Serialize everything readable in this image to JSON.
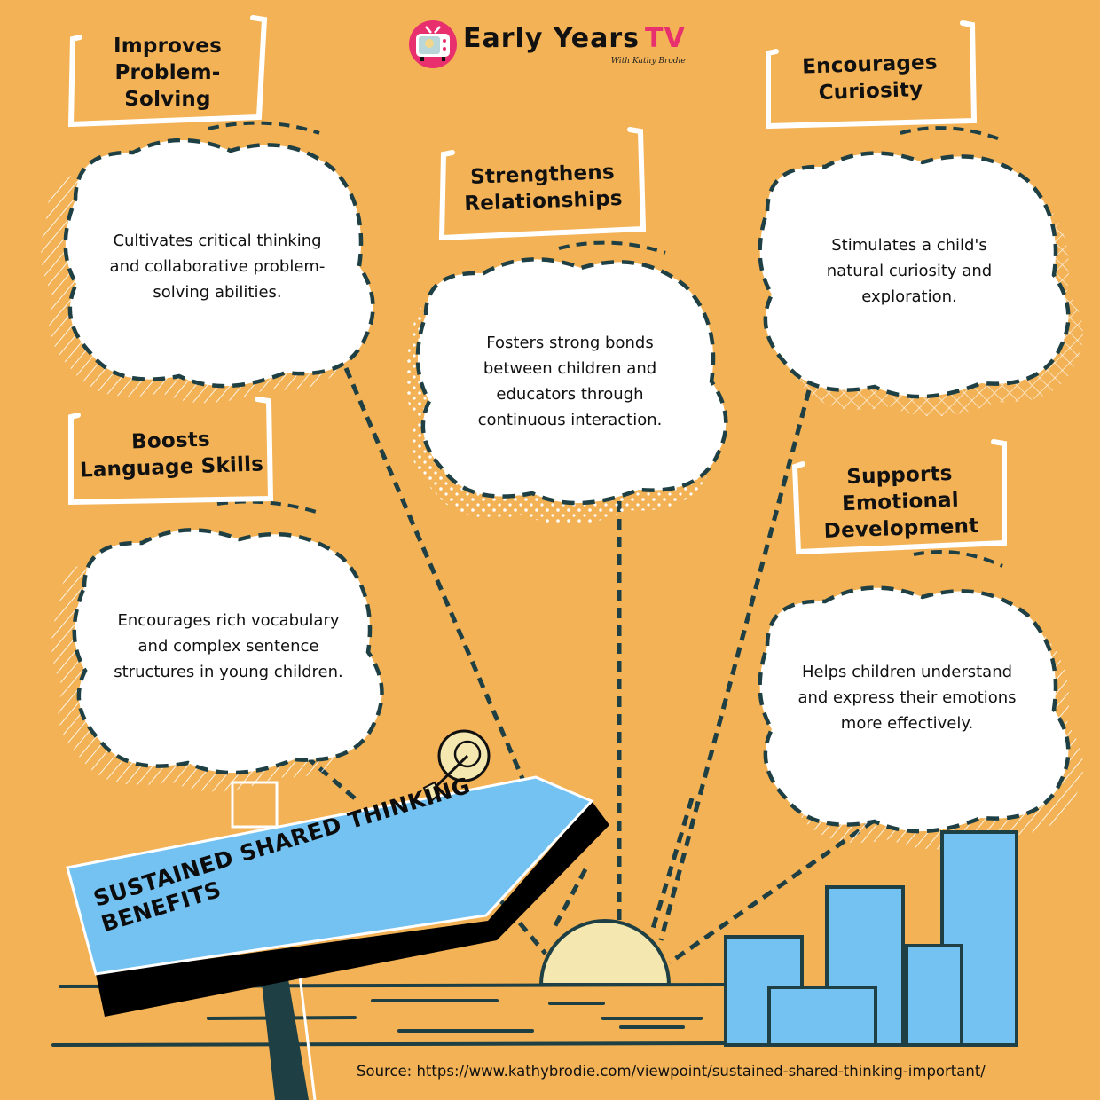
{
  "logo": {
    "title": "Early Years",
    "title_accent": "TV",
    "subtitle": "With Kathy Brodie",
    "icon": "tv-icon",
    "accent_color": "#E8306F"
  },
  "colors": {
    "background": "#F2B255",
    "cloud_fill": "#FFFFFF",
    "dash_stroke": "#1E3F44",
    "sign_blue": "#74C2F2",
    "sun": "#F4E7B0",
    "buildings": "#74C2F2"
  },
  "benefits": [
    {
      "id": "problem-solving",
      "title": "Improves Problem-Solving",
      "title_lines": [
        "Improves",
        "Problem-",
        "Solving"
      ],
      "description": "Cultivates critical thinking and collaborative problem-solving abilities."
    },
    {
      "id": "relationships",
      "title": "Strengthens Relationships",
      "title_lines": [
        "Strengthens",
        "Relationships"
      ],
      "description": "Fosters strong bonds between children and educators through continuous interaction."
    },
    {
      "id": "curiosity",
      "title": "Encourages Curiosity",
      "title_lines": [
        "Encourages",
        "Curiosity"
      ],
      "description": "Stimulates a child's natural curiosity and exploration."
    },
    {
      "id": "language",
      "title": "Boosts Language Skills",
      "title_lines": [
        "Boosts",
        "Language Skills"
      ],
      "description": "Encourages rich vocabulary and complex sentence structures in young children."
    },
    {
      "id": "emotional",
      "title": "Supports Emotional Development",
      "title_lines": [
        "Supports",
        "Emotional",
        "Development"
      ],
      "description": "Helps children understand and express their emotions more effectively."
    }
  ],
  "sign": {
    "title_line1": "Sustained Shared Thinking",
    "title_line2": "Benefits",
    "icon": "target-arrow-icon"
  },
  "scene": {
    "sun_icon": "sun-icon",
    "buildings_icon": "buildings-icon"
  },
  "source": "Source: https://www.kathybrodie.com/viewpoint/sustained-shared-thinking-important/"
}
